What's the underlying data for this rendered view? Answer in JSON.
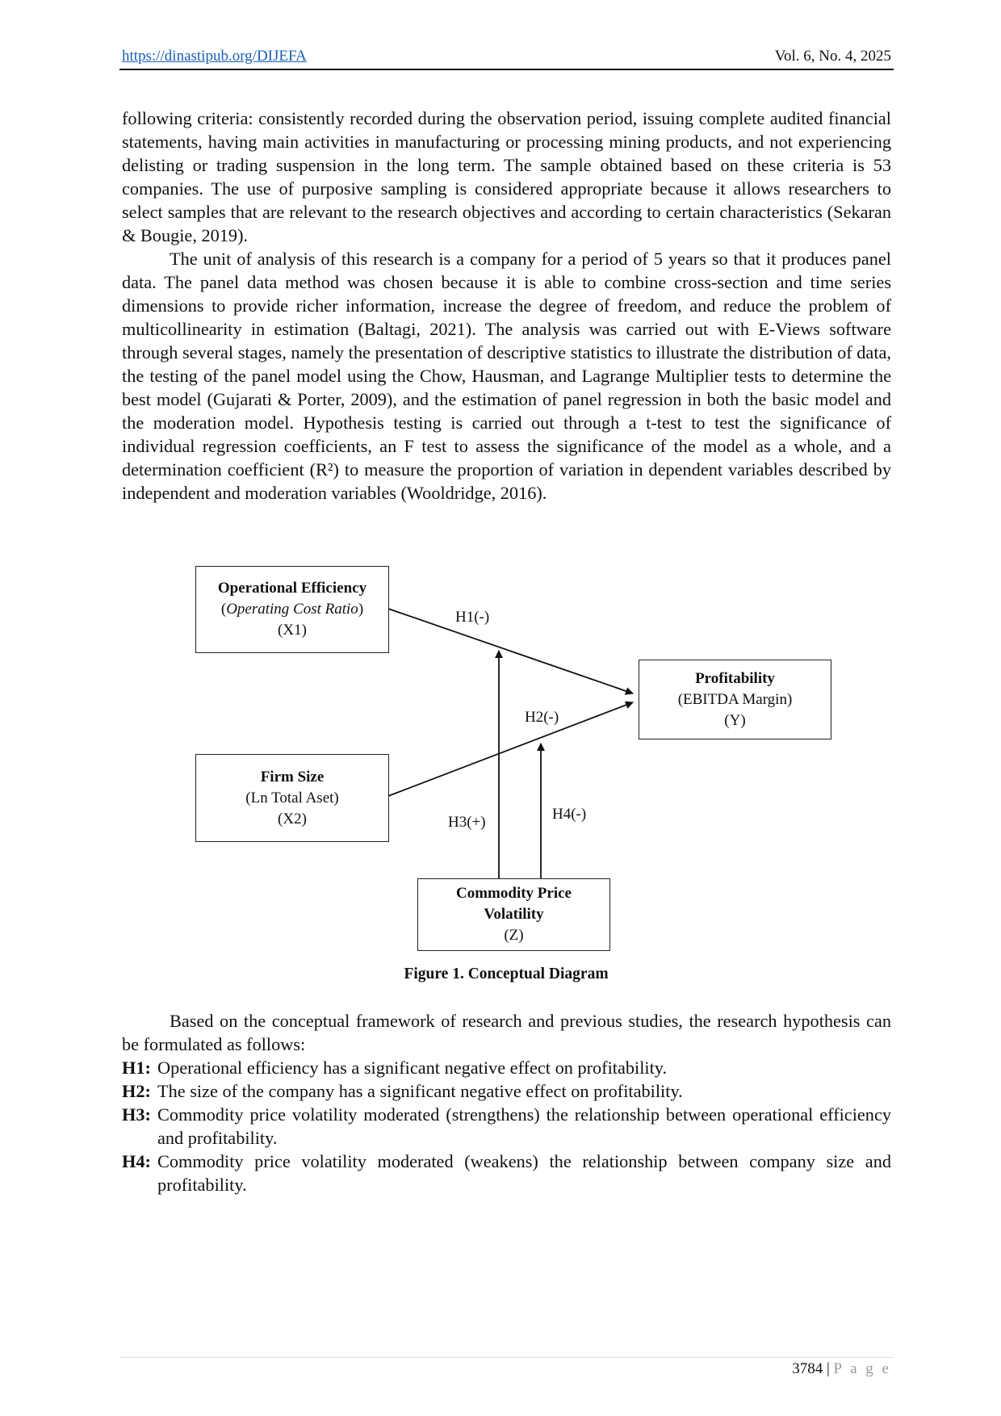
{
  "header": {
    "link": "https://dinastipub.org/DIJEFA",
    "volume": "Vol. 6, No. 4, 2025"
  },
  "paragraphs": [
    "following criteria: consistently recorded during the observation period, issuing complete audited financial statements, having main activities in manufacturing or processing mining products, and not experiencing delisting or trading suspension in the long term. The sample obtained based on these criteria is 53 companies. The use of purposive sampling is considered appropriate because it allows researchers to select samples that are relevant to the research objectives and according to certain characteristics (Sekaran & Bougie, 2019).",
    "The unit of analysis of this research is a company for a period of 5 years so that it produces panel data. The panel data method was chosen because it is able to combine cross-section and time series dimensions to provide richer information, increase the degree of freedom, and reduce the problem of multicollinearity in estimation (Baltagi, 2021). The analysis was carried out with E-Views software through several stages, namely the presentation of descriptive statistics to illustrate the distribution of data, the testing of the panel model using the Chow, Hausman, and Lagrange Multiplier tests to determine the best model (Gujarati & Porter, 2009), and the estimation of panel regression in both the basic model and the moderation model. Hypothesis testing is carried out through a t-test to test the significance of individual regression coefficients, an F test to assess the significance of the model as a whole, and a determination coefficient (R²) to measure the proportion of variation in dependent variables described by independent and moderation variables (Wooldridge, 2016).",
    "Based on the conceptual framework of research and previous studies, the research hypothesis can be formulated as follows:"
  ],
  "diagram": {
    "x1": {
      "title": "Operational Efficiency",
      "sub": "Operating Cost Ratio",
      "code": "(X1)"
    },
    "x2": {
      "title": "Firm Size",
      "sub": "(Ln Total Aset)",
      "code": "(X2)"
    },
    "y": {
      "title": "Profitability",
      "sub": "(EBITDA Margin)",
      "code": "(Y)"
    },
    "z": {
      "title1": "Commodity Price",
      "title2": "Volatility",
      "code": "(Z)"
    },
    "labels": {
      "h1": "H1(-)",
      "h2": "H2(-)",
      "h3": "H3(+)",
      "h4": "H4(-)"
    },
    "caption": "Figure 1. Conceptual Diagram"
  },
  "hypotheses": [
    {
      "key": "H1:",
      "text": "Operational efficiency has a significant negative effect on profitability."
    },
    {
      "key": "H2:",
      "text": "The size of the company has a significant negative effect on profitability."
    },
    {
      "key": "H3:",
      "text": "Commodity price volatility moderated (strengthens) the relationship between operational efficiency and profitability."
    },
    {
      "key": "H4:",
      "text": "Commodity price volatility moderated (weakens) the relationship between company size and profitability."
    }
  ],
  "footer": {
    "page": "3784",
    "sep": "|",
    "label": "P a g e"
  }
}
